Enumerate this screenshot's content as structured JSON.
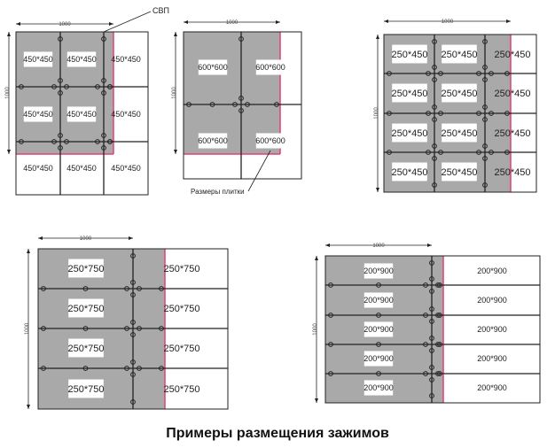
{
  "dimension": "1000",
  "annotations": {
    "svp": "СВП",
    "tile_sizes": "Размеры плитки"
  },
  "colors": {
    "laid_area": "#a9a9a9",
    "edge": "#e0407a",
    "line": "#222222"
  },
  "diagrams": [
    {
      "name": "tile-450x450",
      "labels": [
        "450*450",
        "450*450",
        "450*450",
        "450*450",
        "450*450",
        "450*450",
        "450*450",
        "450*450",
        "450*450"
      ]
    },
    {
      "name": "tile-600x600",
      "labels": [
        "600*600",
        "600*600",
        "600*600",
        "600*600"
      ]
    },
    {
      "name": "tile-250x450",
      "labels": [
        "250*450",
        "250*450",
        "250*450",
        "250*450",
        "250*450",
        "250*450",
        "250*450",
        "250*450",
        "250*450",
        "250*450",
        "250*450",
        "250*450"
      ]
    },
    {
      "name": "tile-250x750",
      "labels": [
        "250*750",
        "250*750",
        "250*750",
        "250*750",
        "250*750",
        "250*750",
        "250*750",
        "250*750"
      ]
    },
    {
      "name": "tile-200x900",
      "labels": [
        "200*900",
        "200*900",
        "200*900",
        "200*900",
        "200*900",
        "200*900",
        "200*900",
        "200*900",
        "200*900",
        "200*900"
      ]
    }
  ],
  "title": "Примеры размещения зажимов"
}
